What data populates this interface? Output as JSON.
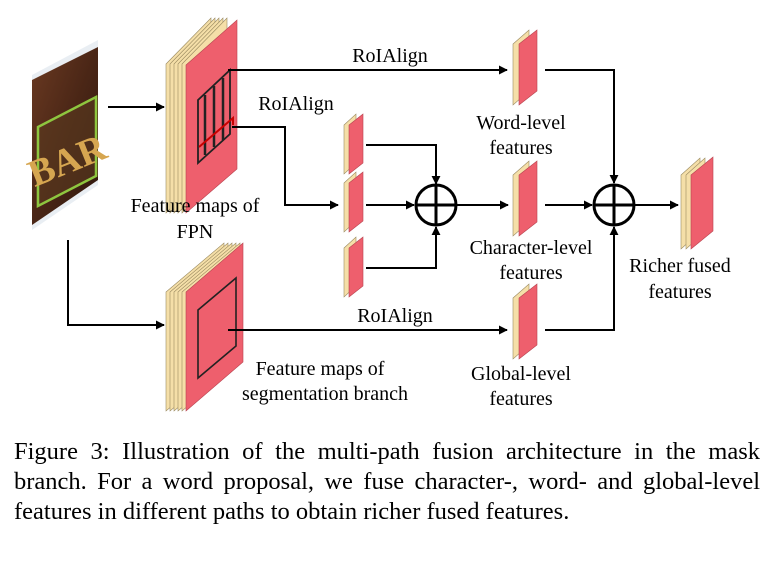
{
  "figure": {
    "image_text": "BAR",
    "labels": {
      "fpn_line1": "Feature maps of",
      "fpn_line2": "FPN",
      "seg_line1": "Feature maps of",
      "seg_line2": "segmentation branch",
      "roialign_word": "RoIAlign",
      "roialign_char": "RoIAlign",
      "roialign_global": "RoIAlign",
      "word_line1": "Word-level",
      "word_line2": "features",
      "char_line1": "Character-level",
      "char_line2": "features",
      "global_line1": "Global-level",
      "global_line2": "features",
      "fused_line1": "Richer fused",
      "fused_line2": "features"
    },
    "colors": {
      "feature_red": "#ee5f6d",
      "feature_tan": "#f5dfa8",
      "arrow": "#000000",
      "highlight": "#c80000",
      "bbox": "#8ec63f"
    }
  },
  "caption": "Figure 3: Illustration of the multi-path fusion architecture in the mask branch. For a word proposal, we fuse character-, word- and global-level features in different paths to obtain richer fused features."
}
